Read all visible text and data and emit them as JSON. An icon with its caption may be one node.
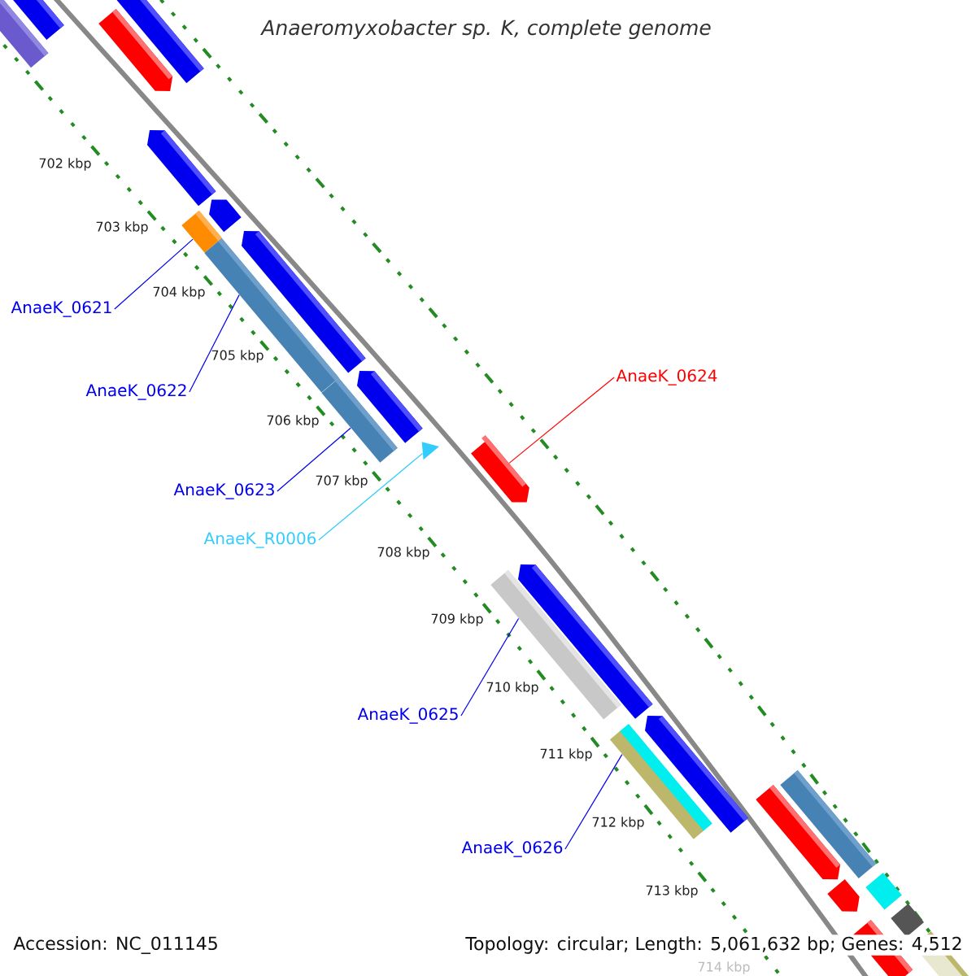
{
  "diagram": {
    "title": "Anaeromyxobacter sp. K, complete genome",
    "nodes": [
      {
        "text": [
          "AnaeK_0621"
        ]
      },
      {
        "text": [
          "AnaeK_0622"
        ]
      },
      {
        "text": [
          "AnaeK_0623"
        ]
      },
      {
        "text": [
          "AnaeK_R0006"
        ]
      },
      {
        "text": [
          "AnaeK_0624"
        ]
      },
      {
        "text": [
          "AnaeK_0625"
        ]
      },
      {
        "text": [
          "AnaeK_0626"
        ]
      },
      {
        "text": [],
        "shape": "bar"
      },
      {
        "text": [],
        "shape": "bar"
      },
      {
        "text": [],
        "shape": "bar"
      },
      {
        "text": [],
        "shape": "triangle"
      },
      {
        "text": [],
        "shape": "arrow"
      },
      {
        "text": [],
        "shape": "bar"
      },
      {
        "text": [],
        "shape": "bar"
      },
      {
        "text": [],
        "shape": "bar"
      },
      {
        "text": [],
        "shape": "arrow"
      }
    ],
    "edges": [
      {
        "from": 0,
        "to": 7,
        "arrow": "none"
      },
      {
        "from": 1,
        "to": 8,
        "arrow": "none"
      },
      {
        "from": 2,
        "to": 9,
        "arrow": "none"
      },
      {
        "from": 3,
        "to": 10,
        "arrow": "none",
        "color": "#33ccff"
      },
      {
        "from": 4,
        "to": 11,
        "arrow": "none",
        "color": "#ff0000"
      },
      {
        "from": 5,
        "to": 12,
        "arrow": "none"
      },
      {
        "from": 6,
        "to": 13,
        "arrow": "none"
      }
    ],
    "labels": [
      "702 kbp",
      "703 kbp",
      "704 kbp",
      "705 kbp",
      "706 kbp",
      "707 kbp",
      "708 kbp",
      "709 kbp",
      "710 kbp",
      "711 kbp",
      "712 kbp",
      "713 kbp",
      "714 kbp",
      "Accession: NC_011145",
      "Topology: circular; Length: 5,061,632 bp; Genes: 4,512"
    ]
  }
}
